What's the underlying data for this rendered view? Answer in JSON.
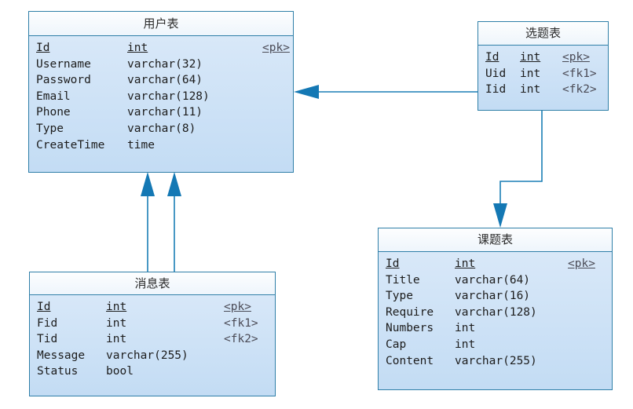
{
  "diagram": {
    "type": "er-diagram",
    "background": "#ffffff",
    "line_color": "#1b7fb5",
    "border_color": "#2f7fa8",
    "header_fill": "#f7fbfe",
    "body_fill": "#cfe2f7"
  },
  "entities": {
    "user": {
      "title": "用户表",
      "attributes": [
        {
          "name": "Id",
          "type": "int",
          "key": "<pk>"
        },
        {
          "name": "Username",
          "type": "varchar(32)",
          "key": ""
        },
        {
          "name": "Password",
          "type": "varchar(64)",
          "key": ""
        },
        {
          "name": "Email",
          "type": "varchar(128)",
          "key": ""
        },
        {
          "name": "Phone",
          "type": "varchar(11)",
          "key": ""
        },
        {
          "name": "Type",
          "type": "varchar(8)",
          "key": ""
        },
        {
          "name": "CreateTime",
          "type": "time",
          "key": ""
        }
      ]
    },
    "topic_selection": {
      "title": "选题表",
      "attributes": [
        {
          "name": "Id",
          "type": "int",
          "key": "<pk>"
        },
        {
          "name": "Uid",
          "type": "int",
          "key": "<fk1>"
        },
        {
          "name": "Iid",
          "type": "int",
          "key": "<fk2>"
        }
      ]
    },
    "message": {
      "title": "消息表",
      "attributes": [
        {
          "name": "Id",
          "type": "int",
          "key": "<pk>"
        },
        {
          "name": "Fid",
          "type": "int",
          "key": "<fk1>"
        },
        {
          "name": "Tid",
          "type": "int",
          "key": "<fk2>"
        },
        {
          "name": "Message",
          "type": "varchar(255)",
          "key": ""
        },
        {
          "name": "Status",
          "type": "bool",
          "key": ""
        }
      ]
    },
    "subject": {
      "title": "课题表",
      "attributes": [
        {
          "name": "Id",
          "type": "int",
          "key": "<pk>"
        },
        {
          "name": "Title",
          "type": "varchar(64)",
          "key": ""
        },
        {
          "name": "Type",
          "type": "varchar(16)",
          "key": ""
        },
        {
          "name": "Require",
          "type": "varchar(128)",
          "key": ""
        },
        {
          "name": "Numbers",
          "type": "int",
          "key": ""
        },
        {
          "name": "Cap",
          "type": "int",
          "key": ""
        },
        {
          "name": "Content",
          "type": "varchar(255)",
          "key": ""
        }
      ]
    }
  },
  "relationships": [
    {
      "name": "topic-selection-to-user",
      "from": "选题表",
      "to": "用户表"
    },
    {
      "name": "topic-selection-to-subject",
      "from": "选题表",
      "to": "课题表"
    },
    {
      "name": "message-fid-to-user",
      "from": "消息表",
      "to": "用户表"
    },
    {
      "name": "message-tid-to-user",
      "from": "消息表",
      "to": "用户表"
    }
  ]
}
